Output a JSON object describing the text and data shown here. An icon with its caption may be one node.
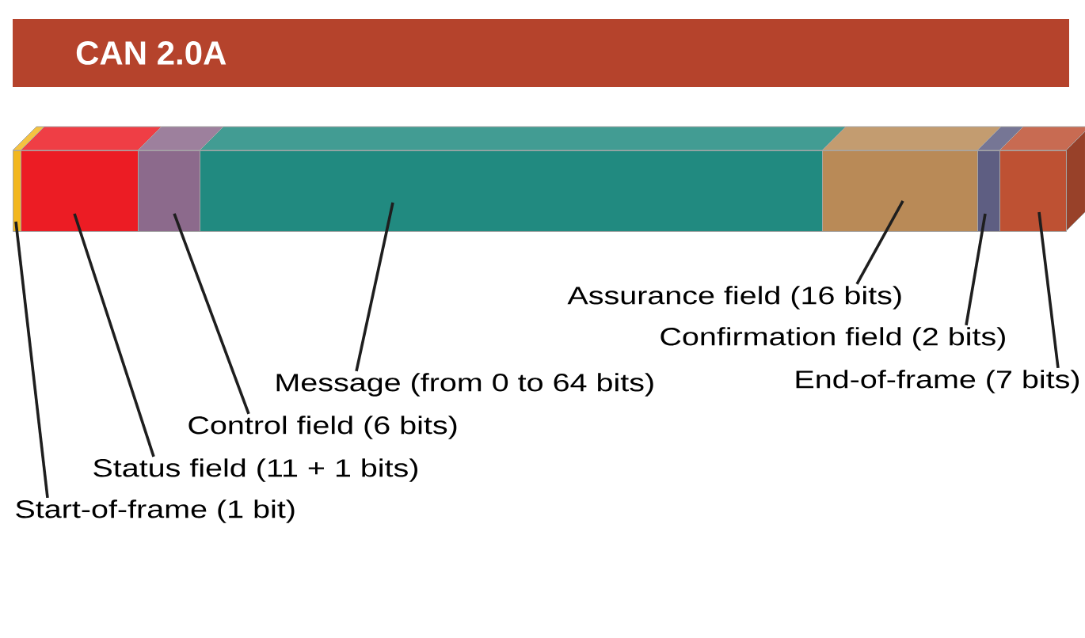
{
  "diagram": {
    "title": "CAN 2.0A",
    "nodes": [
      {
        "text": [],
        "shape": "box"
      },
      {
        "text": [],
        "shape": "box"
      },
      {
        "text": [],
        "shape": "box"
      },
      {
        "text": [],
        "shape": "box"
      },
      {
        "text": [],
        "shape": "box"
      },
      {
        "text": [],
        "shape": "box"
      },
      {
        "text": [],
        "shape": "box"
      },
      {
        "text": [
          "Start-of-frame (1 bit)"
        ]
      },
      {
        "text": [
          "Status field (11 + 1 bits)"
        ]
      },
      {
        "text": [
          "Control field (6 bits)"
        ]
      },
      {
        "text": [
          "Message (from 0 to 64 bits)"
        ]
      },
      {
        "text": [
          "Assurance field (16 bits)"
        ]
      },
      {
        "text": [
          "Confirmation field (2 bits)"
        ]
      },
      {
        "text": [
          "End-of-frame (7 bits)"
        ]
      }
    ],
    "edges": [
      {
        "from": 7,
        "to": 0,
        "arrow": "none"
      },
      {
        "from": 8,
        "to": 1,
        "arrow": "none"
      },
      {
        "from": 9,
        "to": 2,
        "arrow": "none"
      },
      {
        "from": 10,
        "to": 3,
        "arrow": "none"
      },
      {
        "from": 11,
        "to": 4,
        "arrow": "none"
      },
      {
        "from": 12,
        "to": 5,
        "arrow": "none"
      },
      {
        "from": 13,
        "to": 6,
        "arrow": "none"
      }
    ]
  }
}
